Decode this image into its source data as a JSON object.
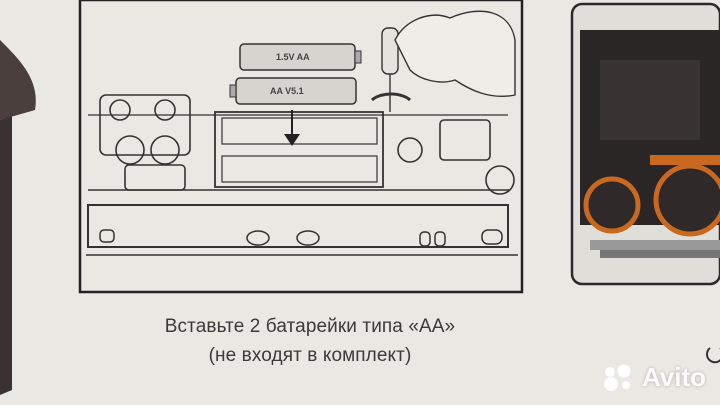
{
  "caption": {
    "line1": "Вставьте 2 батарейки типа «AA»",
    "line2": "(не входят в комплект)"
  },
  "battery": {
    "top_label": "1.5V AA",
    "bottom_label": "AA V5.1"
  },
  "watermark": {
    "text": "Avito",
    "icon": "avito-logo-icon"
  }
}
